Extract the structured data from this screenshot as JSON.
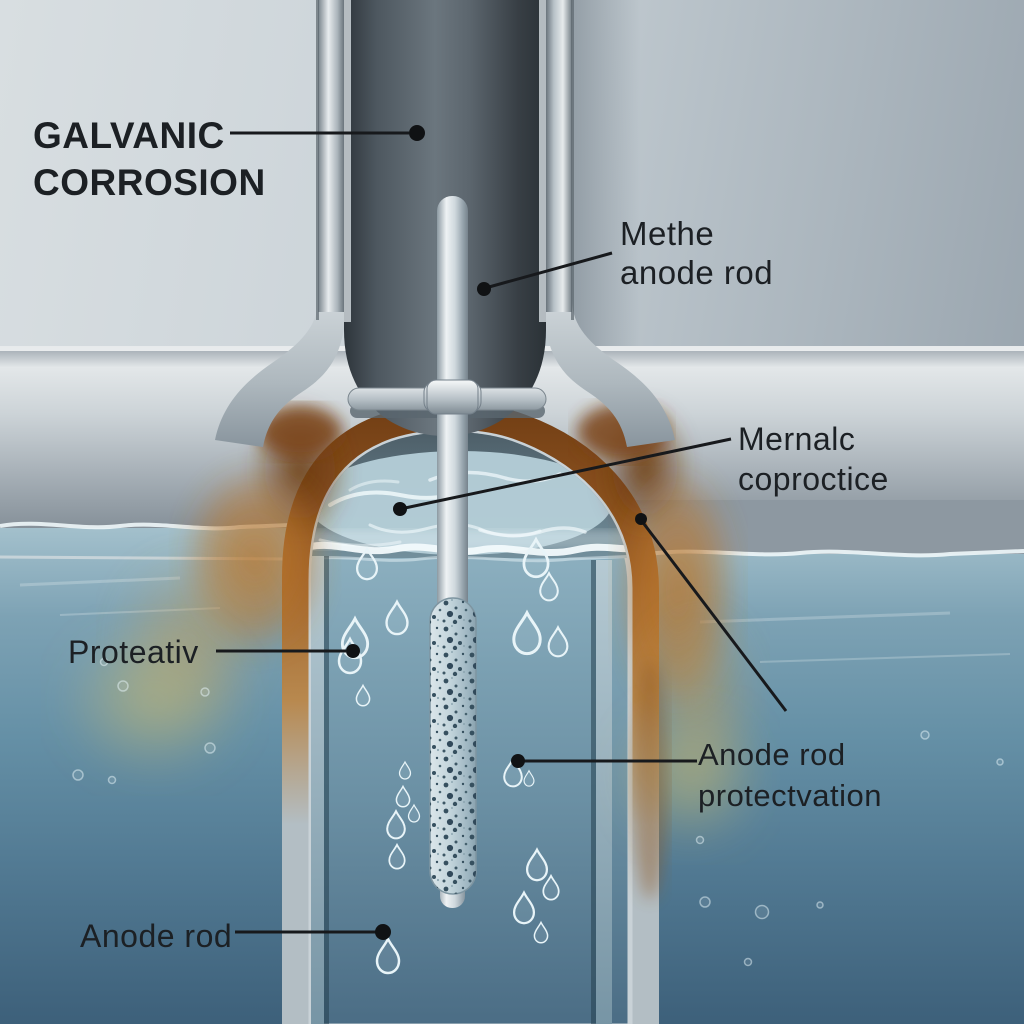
{
  "diagram": {
    "title": {
      "line1": "GALVANIC",
      "line2": "CORROSION"
    },
    "callouts": {
      "pipe_top": {
        "line1": "Methe",
        "line2": "anode rod"
      },
      "metal_corrosion": {
        "line1": "Mernalc",
        "line2": "coproctice"
      },
      "protective": {
        "line1": "Proteativ"
      },
      "anode_protection": {
        "line1": "Anode rod",
        "line2": "protectvation"
      },
      "anode_rod": {
        "line1": "Anode rod"
      }
    },
    "colors": {
      "background": "#c2cbd1",
      "metal_silver": "#c6cdd2",
      "pipe_dark": "#49535b",
      "outside_water": "#5d8299",
      "inside_water": "#8fb0bf",
      "rust": "#a9641f",
      "rust_dark": "#6e3a10",
      "rod_silver": "#ccd5da",
      "anode_speckle": "#36505f",
      "label_text": "#1c2024",
      "leader_line": "#17191c"
    }
  }
}
